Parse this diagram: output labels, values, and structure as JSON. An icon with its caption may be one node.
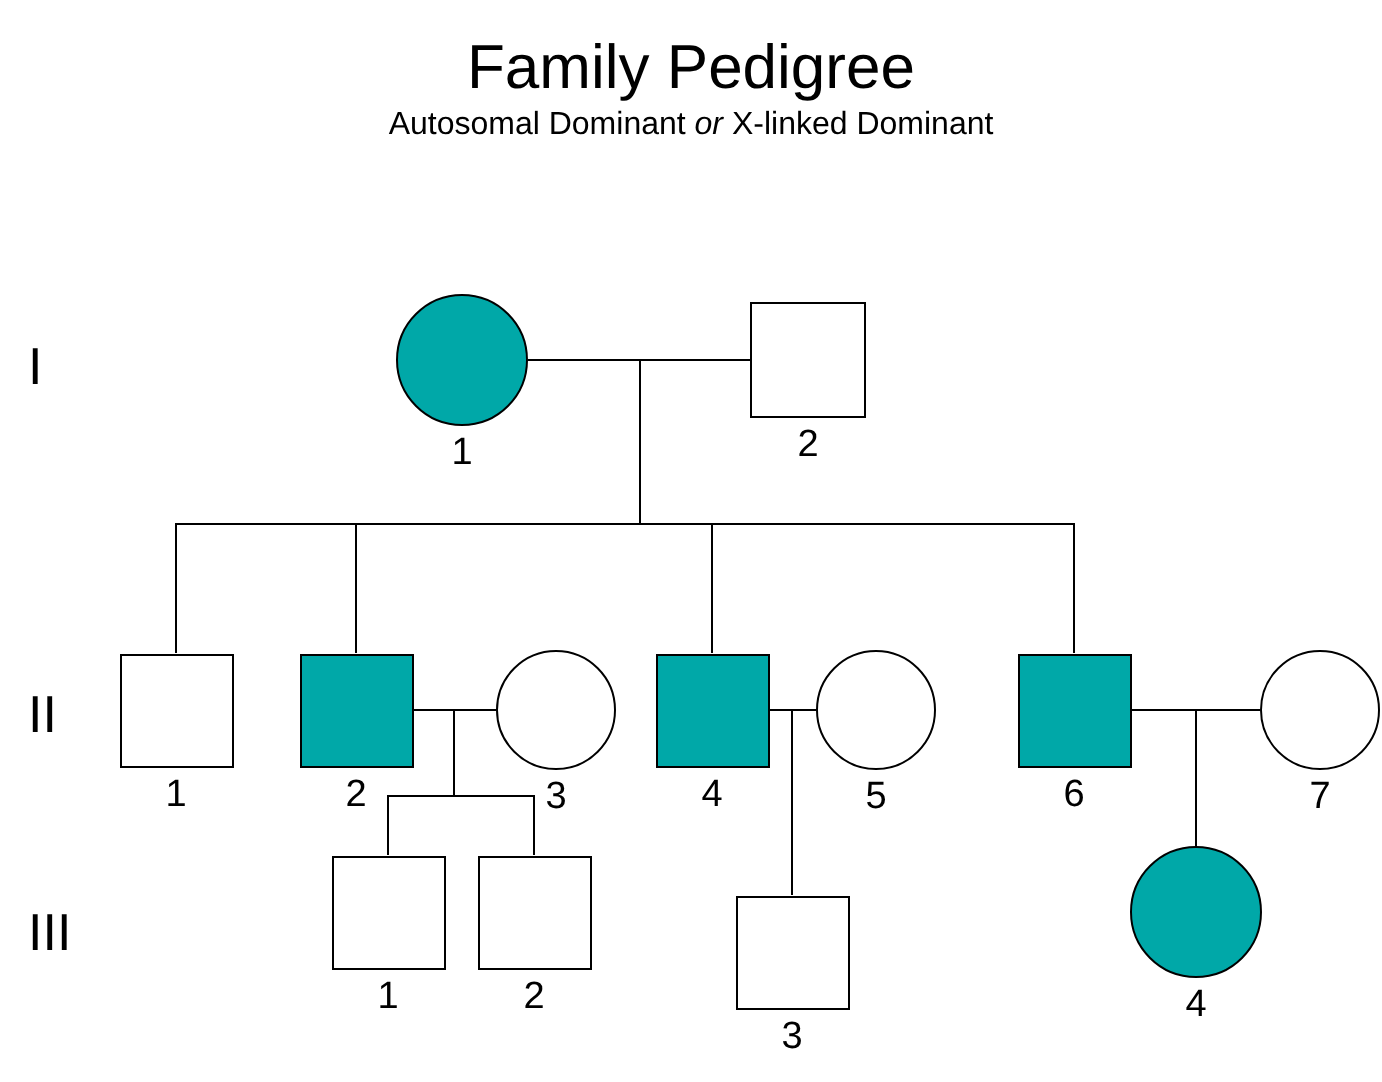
{
  "diagram": {
    "title": "Family Pedigree",
    "caption": "Autosomal Dominant *or* X-linked Dominant",
    "nodes": [
      {
        "text": [],
        "shape": "disc",
        "beside": [
          "1"
        ]
      },
      {
        "text": [],
        "shape": "box",
        "beside": [
          "2"
        ]
      },
      {
        "text": [],
        "shape": "box",
        "beside": [
          "1"
        ]
      },
      {
        "text": [],
        "shape": "block",
        "beside": [
          "2"
        ]
      },
      {
        "text": [],
        "shape": "circle",
        "beside": [
          "3"
        ]
      },
      {
        "text": [],
        "shape": "block",
        "beside": [
          "4"
        ]
      },
      {
        "text": [],
        "shape": "circle",
        "beside": [
          "5"
        ]
      },
      {
        "text": [],
        "shape": "block",
        "beside": [
          "6"
        ]
      },
      {
        "text": [],
        "shape": "circle",
        "beside": [
          "7"
        ]
      },
      {
        "text": [],
        "shape": "box",
        "beside": [
          "1"
        ]
      },
      {
        "text": [],
        "shape": "box",
        "beside": [
          "2"
        ]
      },
      {
        "text": [],
        "shape": "box",
        "beside": [
          "3"
        ]
      },
      {
        "text": [],
        "shape": "disc",
        "beside": [
          "4"
        ]
      }
    ],
    "edges": [
      {
        "from": 0,
        "to": 1,
        "arrow": "none"
      },
      {
        "from": 0,
        "to": 2,
        "arrow": "none"
      },
      {
        "from": 1,
        "to": 2,
        "arrow": "none"
      },
      {
        "from": 0,
        "to": 3,
        "arrow": "none"
      },
      {
        "from": 1,
        "to": 3,
        "arrow": "none"
      },
      {
        "from": 0,
        "to": 5,
        "arrow": "none"
      },
      {
        "from": 1,
        "to": 5,
        "arrow": "none"
      },
      {
        "from": 0,
        "to": 7,
        "arrow": "none"
      },
      {
        "from": 1,
        "to": 7,
        "arrow": "none"
      },
      {
        "from": 3,
        "to": 4,
        "arrow": "none"
      },
      {
        "from": 3,
        "to": 9,
        "arrow": "none"
      },
      {
        "from": 4,
        "to": 9,
        "arrow": "none"
      },
      {
        "from": 3,
        "to": 10,
        "arrow": "none"
      },
      {
        "from": 4,
        "to": 10,
        "arrow": "none"
      },
      {
        "from": 5,
        "to": 6,
        "arrow": "none"
      },
      {
        "from": 5,
        "to": 11,
        "arrow": "none"
      },
      {
        "from": 6,
        "to": 11,
        "arrow": "none"
      },
      {
        "from": 7,
        "to": 8,
        "arrow": "none"
      },
      {
        "from": 7,
        "to": 12,
        "arrow": "none"
      },
      {
        "from": 8,
        "to": 12,
        "arrow": "none"
      }
    ],
    "labels": [
      "I",
      "II",
      "III"
    ]
  }
}
